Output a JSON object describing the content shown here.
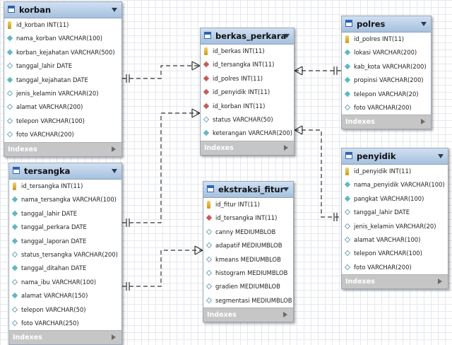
{
  "tables": {
    "korban": {
      "name": "korban",
      "columns": [
        {
          "label": "id_korban INT(11)",
          "icon": "key-icon"
        },
        {
          "label": "nama_korban VARCHAR(100)",
          "icon": "nn-field-icon"
        },
        {
          "label": "korban_kejahatan VARCHAR(500)",
          "icon": "nn-field-icon"
        },
        {
          "label": "tanggal_lahir DATE",
          "icon": "field-icon"
        },
        {
          "label": "tanggal_kejahatan DATE",
          "icon": "nn-field-icon"
        },
        {
          "label": "jenis_kelamin VARCHAR(20)",
          "icon": "field-icon"
        },
        {
          "label": "alamat VARCHAR(200)",
          "icon": "field-icon"
        },
        {
          "label": "telepon VARCHAR(100)",
          "icon": "field-icon"
        },
        {
          "label": "foto VARCHAR(200)",
          "icon": "field-icon"
        }
      ],
      "indexes_label": "Indexes"
    },
    "tersangka": {
      "name": "tersangka",
      "columns": [
        {
          "label": "id_tersangka INT(11)",
          "icon": "key-icon"
        },
        {
          "label": "nama_tersangka VARCHAR(100)",
          "icon": "nn-field-icon"
        },
        {
          "label": "tanggal_lahir DATE",
          "icon": "nn-field-icon"
        },
        {
          "label": "tanggal_perkara DATE",
          "icon": "nn-field-icon"
        },
        {
          "label": "tanggal_laporan DATE",
          "icon": "nn-field-icon"
        },
        {
          "label": "status_tersangka VARCHAR(200)",
          "icon": "field-icon"
        },
        {
          "label": "tanggal_ditahan DATE",
          "icon": "nn-field-icon"
        },
        {
          "label": "nama_ibu VARCHAR(100)",
          "icon": "field-icon"
        },
        {
          "label": "alamat VARCHAR(150)",
          "icon": "nn-field-icon"
        },
        {
          "label": "telepon VARCHAR(50)",
          "icon": "field-icon"
        },
        {
          "label": "foto VARCHAR(250)",
          "icon": "field-icon"
        }
      ],
      "indexes_label": "Indexes"
    },
    "berkas_perkara": {
      "name": "berkas_perkara",
      "columns": [
        {
          "label": "id_berkas INT(11)",
          "icon": "key-icon"
        },
        {
          "label": "id_tersangka INT(11)",
          "icon": "fk-icon"
        },
        {
          "label": "id_polres INT(11)",
          "icon": "fk-icon"
        },
        {
          "label": "id_penyidik INT(11)",
          "icon": "fk-icon"
        },
        {
          "label": "id_korban INT(11)",
          "icon": "fk-icon"
        },
        {
          "label": "status VARCHAR(50)",
          "icon": "field-icon"
        },
        {
          "label": "keterangan VARCHAR(200)",
          "icon": "nn-field-icon"
        }
      ],
      "indexes_label": "Indexes"
    },
    "ekstraksi_fitur": {
      "name": "ekstraksi_fitur",
      "columns": [
        {
          "label": "id_fitur INT(11)",
          "icon": "key-icon"
        },
        {
          "label": "id_tersangka INT(11)",
          "icon": "fk-icon"
        },
        {
          "label": "canny MEDIUMBLOB",
          "icon": "field-icon"
        },
        {
          "label": "adapatif MEDIUMBLOB",
          "icon": "field-icon"
        },
        {
          "label": "kmeans MEDIUMBLOB",
          "icon": "field-icon"
        },
        {
          "label": "histogram MEDIUMBLOB",
          "icon": "field-icon"
        },
        {
          "label": "gradien MEDIUMBLOB",
          "icon": "field-icon"
        },
        {
          "label": "segmentasi MEDIUMBLOB",
          "icon": "field-icon"
        }
      ],
      "indexes_label": "Indexes"
    },
    "polres": {
      "name": "polres",
      "columns": [
        {
          "label": "id_polres INT(11)",
          "icon": "key-icon"
        },
        {
          "label": "lokasi VARCHAR(200)",
          "icon": "nn-field-icon"
        },
        {
          "label": "kab_kota VARCHAR(200)",
          "icon": "nn-field-icon"
        },
        {
          "label": "propinsi VARCHAR(200)",
          "icon": "nn-field-icon"
        },
        {
          "label": "telepon VARCHAR(20)",
          "icon": "nn-field-icon"
        },
        {
          "label": "foto VARCHAR(200)",
          "icon": "field-icon"
        }
      ],
      "indexes_label": "Indexes"
    },
    "penyidik": {
      "name": "penyidik",
      "columns": [
        {
          "label": "id_penyidik INT(11)",
          "icon": "key-icon"
        },
        {
          "label": "nama_penyidik VARCHAR(100)",
          "icon": "nn-field-icon"
        },
        {
          "label": "pangkat VARCHAR(100)",
          "icon": "nn-field-icon"
        },
        {
          "label": "tanggal_lahir DATE",
          "icon": "field-icon"
        },
        {
          "label": "jenis_kelamin VARCHAR(20)",
          "icon": "field-icon"
        },
        {
          "label": "alamat VARCHAR(100)",
          "icon": "field-icon"
        },
        {
          "label": "telepon VARCHAR(100)",
          "icon": "field-icon"
        },
        {
          "label": "foto VARCHAR(200)",
          "icon": "field-icon"
        }
      ],
      "indexes_label": "Indexes"
    }
  },
  "relationships": [
    {
      "from": "korban",
      "to": "berkas_perkara"
    },
    {
      "from": "tersangka",
      "to": "berkas_perkara"
    },
    {
      "from": "polres",
      "to": "berkas_perkara"
    },
    {
      "from": "penyidik",
      "to": "berkas_perkara"
    },
    {
      "from": "tersangka",
      "to": "ekstraksi_fitur"
    }
  ],
  "colors": {
    "header_gradient_top": "#d0e0f2",
    "header_gradient_bottom": "#a6c0de",
    "footer": "#c6c6c6",
    "fk_marker": "#c85a5a",
    "key": "#d4a528",
    "link_line": "#333333"
  }
}
